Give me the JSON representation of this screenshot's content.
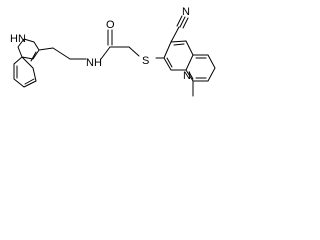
{
  "molecule": {
    "labels": {
      "indole_nh": "HN",
      "amide_nh": "NH",
      "carbonyl_o": "O",
      "sulfur": "S",
      "nitrile_n": "N",
      "quinoline_n": "N"
    }
  }
}
